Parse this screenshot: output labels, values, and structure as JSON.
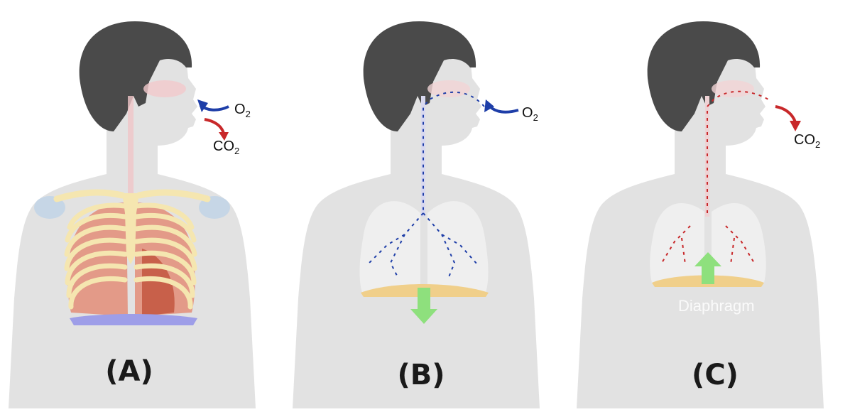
{
  "panels": [
    {
      "letter": "(A)",
      "in_gas": "O",
      "in_sub": "2",
      "out_gas": "CO",
      "out_sub": "2"
    },
    {
      "letter": "(B)",
      "in_gas": "O",
      "in_sub": "2"
    },
    {
      "letter": "(C)",
      "out_gas": "CO",
      "out_sub": "2",
      "muscle_label": "Diaphragm"
    }
  ],
  "colors": {
    "body": "#e3e3e3",
    "hair": "#4a4a4a",
    "ribs": "#f5e6b0",
    "lung": "#e39a88",
    "oxygen_arrow": "#1e3ea8",
    "co2_arrow": "#c8282a",
    "diaphragm": "#f0cf8a",
    "movement_arrow": "#8ee07d",
    "diaphragm_A": "#9e9ee8"
  },
  "icons": [
    "head-silhouette",
    "rib-cage",
    "lungs",
    "down-arrow-icon",
    "up-arrow-icon"
  ]
}
